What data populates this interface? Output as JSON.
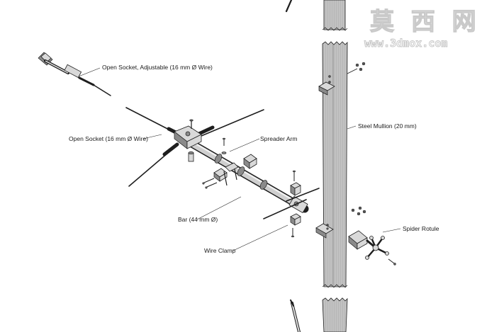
{
  "watermark": {
    "chars": "莫 西 网",
    "url": "www.3dmox.com"
  },
  "labels": {
    "open_socket_adjustable": "Open Socket, Adjustable (16 mm Ø Wire)",
    "open_socket": "Open Socket (16 mm Ø Wire)",
    "spreader_arm": "Spreader Arm",
    "steel_mullion": "Steel Mullion (20 mm)",
    "bar": "Bar (44 mm Ø)",
    "wire_clamp": "Wire Clamp",
    "spider_rotule": "Spider Rotule"
  },
  "colors": {
    "line": "#1e1e1e",
    "metal": "#d9d9d9",
    "mullion": "#bdbdbd"
  }
}
